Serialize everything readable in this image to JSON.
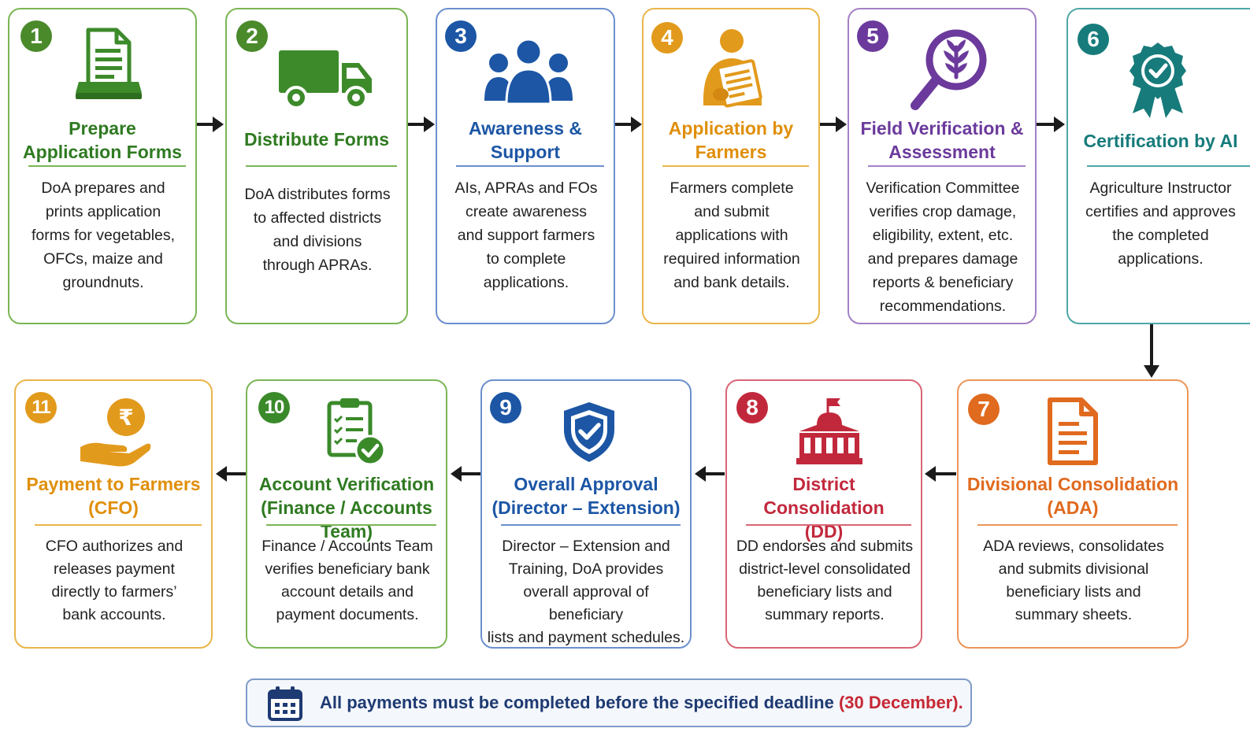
{
  "steps": {
    "s1": {
      "num": "1",
      "title": "Prepare\nApplication Forms",
      "desc": "DoA prepares and\nprints application\nforms for vegetables,\nOFCs, maize and\ngroundnuts.",
      "color": "#4a8a2b",
      "icon": "application-form-icon"
    },
    "s2": {
      "num": "2",
      "title": "Distribute Forms",
      "desc": "DoA distributes forms\nto affected districts\nand divisions\nthrough APRAs.",
      "color": "#4a8a2b",
      "icon": "delivery-truck-icon"
    },
    "s3": {
      "num": "3",
      "title": "Awareness &\nSupport",
      "desc": "AIs, APRAs and FOs\ncreate awareness\nand support farmers\nto complete\napplications.",
      "color": "#1c56a5",
      "icon": "people-group-icon"
    },
    "s4": {
      "num": "4",
      "title": "Application by\nFarmers",
      "desc": "Farmers complete\nand submit\napplications with\nrequired information\nand bank details.",
      "color": "#e29a1c",
      "icon": "farmer-document-icon"
    },
    "s5": {
      "num": "5",
      "title": "Field Verification &\nAssessment",
      "desc": "Verification Committee\nverifies crop damage,\neligibility, extent, etc.\nand prepares damage\nreports & beneficiary\nrecommendations.",
      "color": "#6b3a9c",
      "icon": "magnifier-plant-icon"
    },
    "s6": {
      "num": "6",
      "title": "Certification by AI",
      "desc": "Agriculture Instructor\ncertifies and approves\nthe completed\napplications.",
      "color": "#177b7b",
      "icon": "certificate-badge-icon"
    },
    "s7": {
      "num": "7",
      "title": "Divisional Consolidation\n(ADA)",
      "desc": "ADA reviews, consolidates\nand submits divisional\nbeneficiary lists and\nsummary sheets.",
      "color": "#e06a1e",
      "icon": "document-icon"
    },
    "s8": {
      "num": "8",
      "title": "District Consolidation\n(DD)",
      "desc": "DD endorses and submits\ndistrict-level consolidated\nbeneficiary lists and\nsummary reports.",
      "color": "#c2283c",
      "icon": "government-building-icon"
    },
    "s9": {
      "num": "9",
      "title": "Overall Approval\n(Director – Extension)",
      "desc": "Director – Extension and\nTraining, DoA provides\noverall approval of beneficiary\nlists and payment schedules.",
      "color": "#1c56a5",
      "icon": "shield-check-icon"
    },
    "s10": {
      "num": "10",
      "title": "Account Verification\n(Finance / Accounts Team)",
      "desc": "Finance / Accounts Team\nverifies beneficiary bank\naccount details and\npayment documents.",
      "color": "#3a8a2a",
      "icon": "checklist-clipboard-icon"
    },
    "s11": {
      "num": "11",
      "title": "Payment to Farmers\n(CFO)",
      "desc": "CFO authorizes and\nreleases payment\ndirectly to farmers’\nbank accounts.",
      "color": "#e29a1c",
      "icon": "rupee-hand-icon"
    }
  },
  "note": {
    "text": "All payments must be completed before the specified deadline ",
    "date": "(30 December).",
    "icon": "calendar-icon"
  },
  "colors": {
    "arrow": "#1a1a1a",
    "note_text": "#1e3a72",
    "note_date": "#c62834"
  }
}
